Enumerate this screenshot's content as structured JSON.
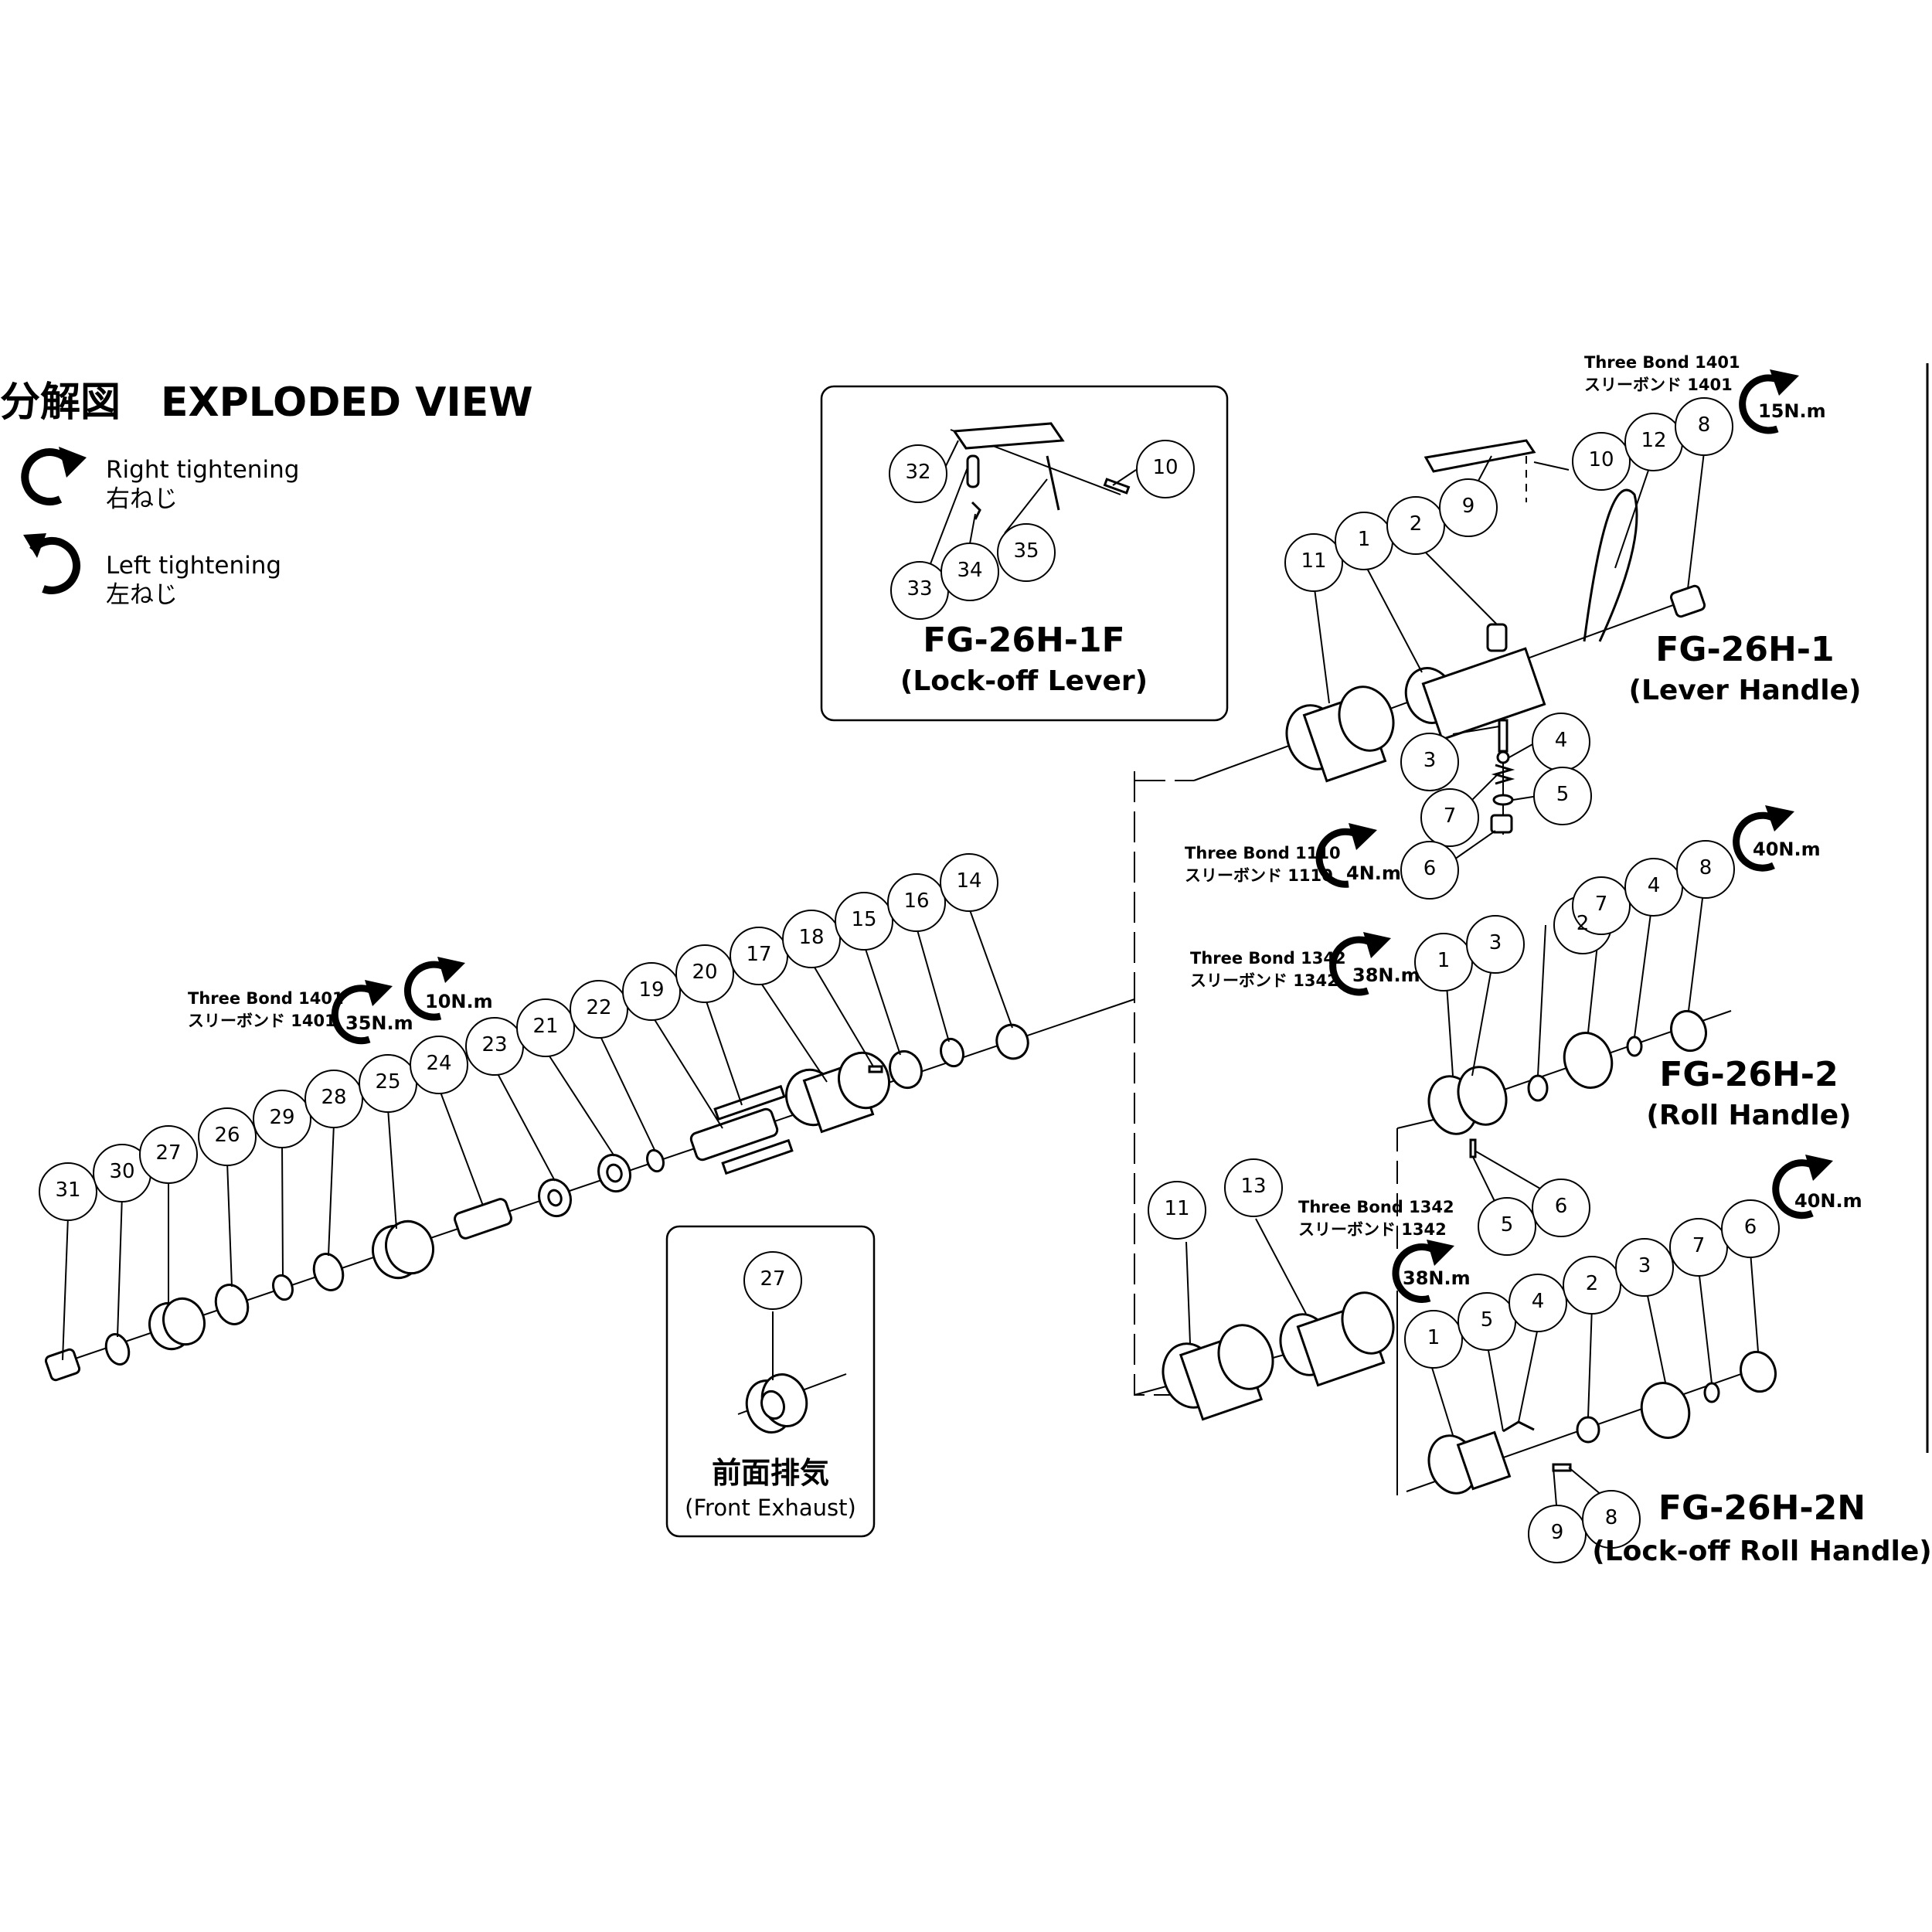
{
  "title": "分解図　EXPLODED VIEW",
  "legend": {
    "right": {
      "en": "Right tightening",
      "jp": "右ねじ",
      "icon": "clockwise-arrow-icon"
    },
    "left": {
      "en": "Left  tightening",
      "jp": "左ねじ",
      "icon": "counterclockwise-arrow-icon"
    }
  },
  "variants": {
    "fg26h1f": {
      "model": "FG-26H-1F",
      "desc": "(Lock-off Lever)"
    },
    "fg26h1": {
      "model": "FG-26H-1",
      "desc": "(Lever Handle)"
    },
    "fg26h2": {
      "model": "FG-26H-2",
      "desc": "(Roll Handle)"
    },
    "fg26h2n": {
      "model": "FG-26H-2N",
      "desc": "(Lock-off  Roll Handle)"
    }
  },
  "front_exhaust": {
    "jp": "前面排気",
    "en": "(Front Exhaust)"
  },
  "adhesive_notes": [
    {
      "id": "tb1401_top",
      "en": "Three Bond  1401",
      "jp": "スリーボンド 1401"
    },
    {
      "id": "tb1110",
      "en": "Three Bond  1110",
      "jp": "スリーボンド 1110"
    },
    {
      "id": "tb1342_a",
      "en": "Three Bond  1342",
      "jp": "スリーボンド 1342"
    },
    {
      "id": "tb1342_b",
      "en": "Three Bond  1342",
      "jp": "スリーボンド 1342"
    },
    {
      "id": "tb1401_main",
      "en": "Three Bond  1401",
      "jp": "スリーボンド 1401"
    }
  ],
  "torques": [
    {
      "id": "t15",
      "value": "15N.m"
    },
    {
      "id": "t4",
      "value": "4N.m"
    },
    {
      "id": "t40a",
      "value": "40N.m"
    },
    {
      "id": "t38a",
      "value": "38N.m"
    },
    {
      "id": "t40b",
      "value": "40N.m"
    },
    {
      "id": "t38b",
      "value": "38N.m"
    },
    {
      "id": "t35",
      "value": "35N.m"
    },
    {
      "id": "t10",
      "value": "10N.m"
    }
  ],
  "callouts": {
    "main": [
      "31",
      "30",
      "27",
      "26",
      "29",
      "28",
      "25",
      "24",
      "23",
      "21",
      "22",
      "19",
      "20",
      "17",
      "18",
      "15",
      "16",
      "14"
    ],
    "lever_box": [
      "32",
      "33",
      "34",
      "35",
      "10"
    ],
    "fg26h1": [
      "11",
      "1",
      "2",
      "9",
      "10",
      "12",
      "8",
      "3",
      "4",
      "7",
      "5",
      "6"
    ],
    "fg26h2": [
      "1",
      "3",
      "2",
      "7",
      "4",
      "8",
      "5",
      "6"
    ],
    "fg26h2n": [
      "11",
      "13",
      "1",
      "5",
      "4",
      "2",
      "3",
      "7",
      "6",
      "9",
      "8"
    ],
    "front_exhaust": [
      "27"
    ]
  }
}
